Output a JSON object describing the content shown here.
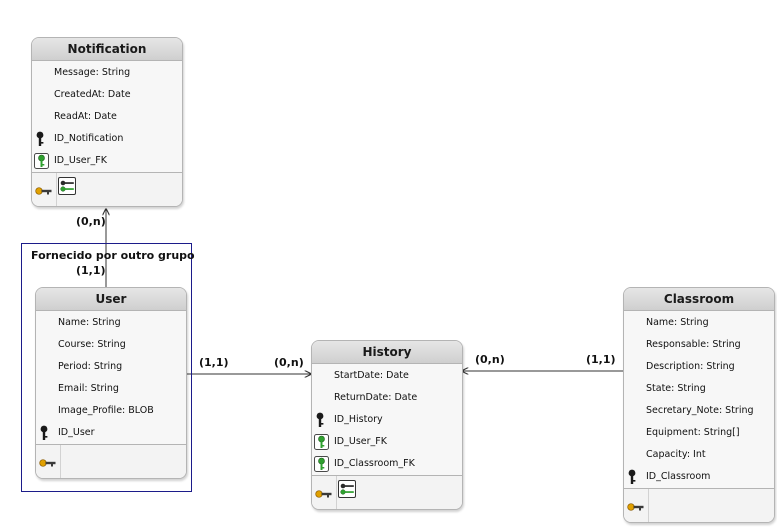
{
  "group_note": {
    "label": "Fornecido por outro grupo"
  },
  "entities": {
    "notification": {
      "title": "Notification",
      "attributes": [
        "Message: String",
        "CreatedAt: Date",
        "ReadAt: Date"
      ],
      "pk": "ID_Notification",
      "fks": [
        "ID_User_FK"
      ]
    },
    "user": {
      "title": "User",
      "attributes": [
        "Name: String",
        "Course: String",
        "Period: String",
        "Email: String",
        "Image_Profile: BLOB"
      ],
      "pk": "ID_User",
      "fks": []
    },
    "history": {
      "title": "History",
      "attributes": [
        "StartDate: Date",
        "ReturnDate: Date"
      ],
      "pk": "ID_History",
      "fks": [
        "ID_User_FK",
        "ID_Classroom_FK"
      ]
    },
    "classroom": {
      "title": "Classroom",
      "attributes": [
        "Name: String",
        "Responsable: String",
        "Description: String",
        "State: String",
        "Secretary_Note: String",
        "Equipment: String[]",
        "Capacity: Int"
      ],
      "pk": "ID_Classroom",
      "fks": []
    }
  },
  "relationships": {
    "user_notification": {
      "user_end": "(1,1)",
      "notification_end": "(0,n)"
    },
    "user_history": {
      "user_end": "(1,1)",
      "history_end": "(0,n)"
    },
    "classroom_history": {
      "history_end": "(0,n)",
      "classroom_end": "(1,1)"
    }
  },
  "colors": {
    "pk_key": "#1a1a1a",
    "fk_key": "#2fa02f",
    "method_key": "#e0a000",
    "group_border": "#1c1c8a"
  },
  "icons": {
    "pk": "key-icon",
    "fk": "green-key-icon",
    "method_pk": "gold-key-icon",
    "method_fk": "fk-method-icon"
  }
}
